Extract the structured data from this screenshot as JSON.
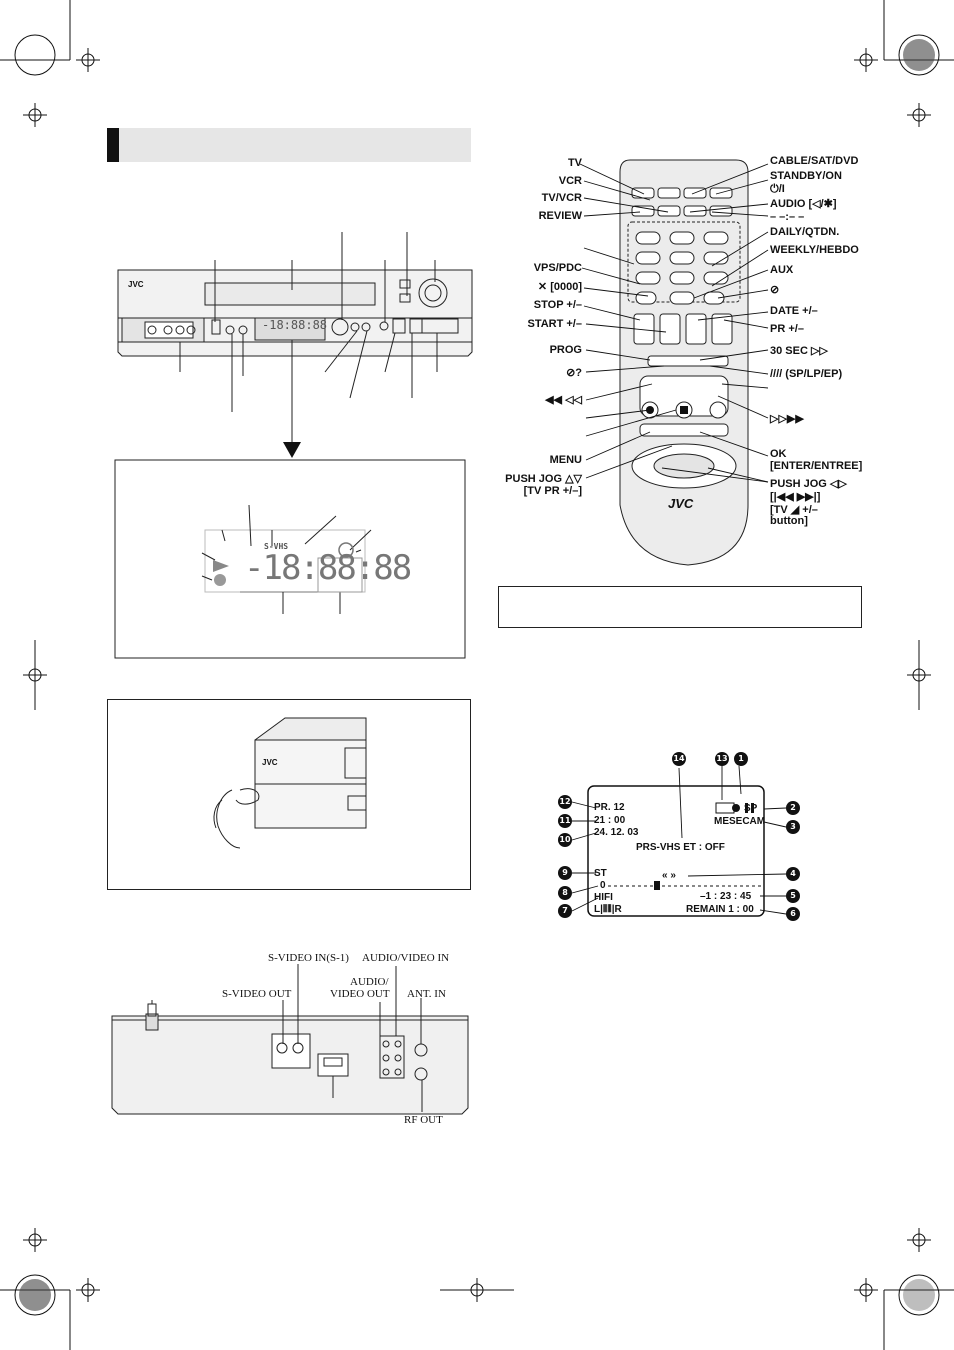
{
  "remote": {
    "brand": "JVC",
    "left_labels": [
      {
        "id": "tv",
        "text": "TV"
      },
      {
        "id": "vcr",
        "text": "VCR"
      },
      {
        "id": "tvvcr",
        "text": "TV/VCR"
      },
      {
        "id": "review",
        "text": "REVIEW"
      },
      {
        "id": "vpspdc",
        "text": "VPS/PDC"
      },
      {
        "id": "zero",
        "text": "✕ [0000]"
      },
      {
        "id": "stop",
        "text": "STOP +/–"
      },
      {
        "id": "start",
        "text": "START +/–"
      },
      {
        "id": "prog",
        "text": "PROG"
      },
      {
        "id": "timerq",
        "text": "⊘?"
      },
      {
        "id": "rew",
        "text": "◀◀ ◁◁"
      },
      {
        "id": "menu",
        "text": "MENU"
      },
      {
        "id": "jog1",
        "text": "PUSH JOG △▽"
      },
      {
        "id": "jog2",
        "text": "[TV PR +/–]"
      }
    ],
    "right_labels": [
      {
        "id": "cable",
        "text": "CABLE/SAT/DVD"
      },
      {
        "id": "standby",
        "text": "STANDBY/ON"
      },
      {
        "id": "power",
        "text": "⏻/I"
      },
      {
        "id": "audio",
        "text": "AUDIO [◁/✱]"
      },
      {
        "id": "dash",
        "text": "– –:– –"
      },
      {
        "id": "daily",
        "text": "DAILY/QTDN."
      },
      {
        "id": "weekly",
        "text": "WEEKLY/HEBDO"
      },
      {
        "id": "aux",
        "text": "AUX"
      },
      {
        "id": "clock",
        "text": "⊘"
      },
      {
        "id": "date",
        "text": "DATE +/–"
      },
      {
        "id": "pr",
        "text": "PR +/–"
      },
      {
        "id": "sec30",
        "text": "30 SEC ▷▷"
      },
      {
        "id": "speed",
        "text": "//// (SP/LP/EP)"
      },
      {
        "id": "ff",
        "text": "▷▷▶▶"
      },
      {
        "id": "ok1",
        "text": "OK"
      },
      {
        "id": "ok2",
        "text": "[ENTER/ENTREE]"
      },
      {
        "id": "pj1",
        "text": "PUSH JOG ◁▷"
      },
      {
        "id": "pj2",
        "text": "[|◀◀ ▶▶|]"
      },
      {
        "id": "pj3",
        "text": "[TV ◢ +/–"
      },
      {
        "id": "pj4",
        "text": "button]"
      }
    ]
  },
  "osd": {
    "pr": "PR.  12",
    "time": "21 : 00",
    "date": "24. 12. 03",
    "prs": "PRS-VHS ET : OFF",
    "sp": "SP",
    "mesecam": "MESECAM",
    "st": "ST",
    "counter": "–1 : 23 : 45",
    "hifi": "HIFI",
    "lr": "L|⦀⦀|R",
    "remain": "REMAIN   1 : 00",
    "scale_zero": "0",
    "numbers": [
      "1",
      "2",
      "3",
      "4",
      "5",
      "6",
      "7",
      "8",
      "9",
      "10",
      "11",
      "12",
      "13",
      "14"
    ]
  },
  "front": {
    "brand": "JVC",
    "lcd_digits": "-18:88:88",
    "svhs": "S-VHS"
  },
  "rear": {
    "svideo_in": "S-VIDEO IN(S-1)",
    "audio_video_in": "AUDIO/VIDEO IN",
    "audio_video_out_1": "AUDIO/",
    "audio_video_out_2": "VIDEO OUT",
    "svideo_out": "S-VIDEO OUT",
    "ant_in": "ANT. IN",
    "rf_out": "RF OUT"
  }
}
